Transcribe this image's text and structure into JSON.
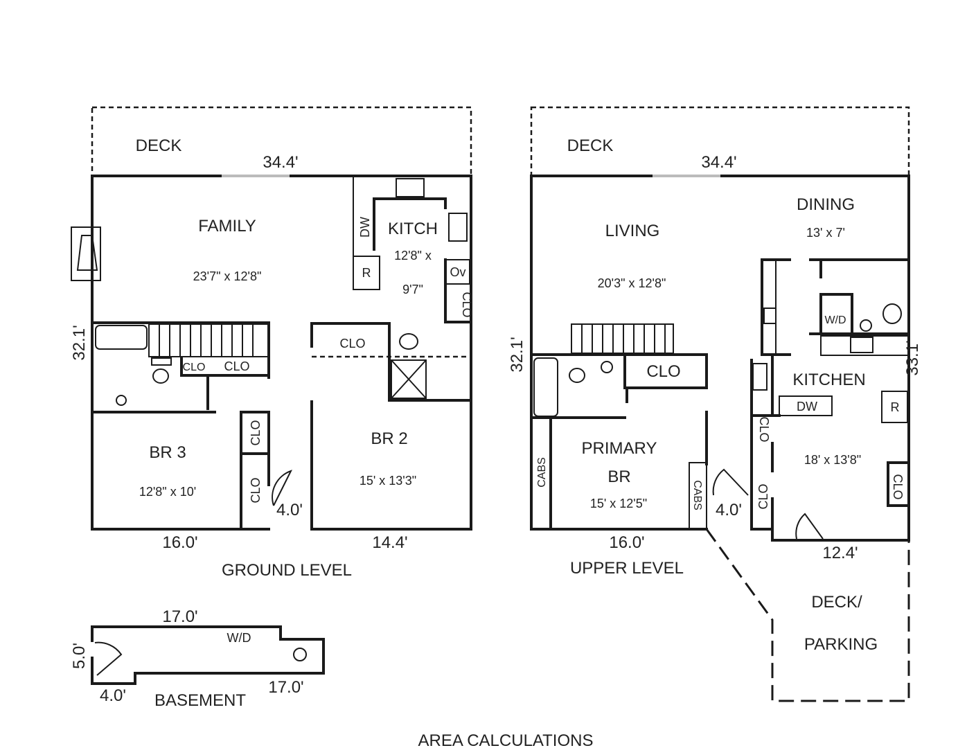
{
  "ground": {
    "deck": "DECK",
    "top_dim": "34.4'",
    "side_dim": "32.1'",
    "family": "FAMILY",
    "family_size": "23'7\" x 12'8\"",
    "kitch": "KITCH",
    "kitch_size_1": "12'8\" x",
    "kitch_size_2": "9'7\"",
    "dw": "DW",
    "r": "R",
    "ov": "Ov",
    "clo": "CLO",
    "clo_small": "CLO",
    "clo_bath": "CLO",
    "clo_hall": "CLO",
    "clo_br3a": "CLO",
    "clo_br3b": "CLO",
    "br3": "BR 3",
    "br3_size": "12'8\" x 10'",
    "br2": "BR 2",
    "br2_size": "15' x 13'3\"",
    "door_dim": "4.0'",
    "bottom_left_dim": "16.0'",
    "bottom_right_dim": "14.4'",
    "title": "GROUND LEVEL"
  },
  "upper": {
    "deck": "DECK",
    "top_dim": "34.4'",
    "left_dim": "32.1'",
    "right_dim": "33.1'",
    "living": "LIVING",
    "living_size": "20'3\" x 12'8\"",
    "dining": "DINING",
    "dining_size": "13' x 7'",
    "wd": "W/D",
    "kitchen": "KITCHEN",
    "kitchen_size": "18' x 13'8\"",
    "dw": "DW",
    "r": "R",
    "clo_hall": "CLO",
    "clo_k1": "CLO",
    "clo_k2": "CLO",
    "clo_k3": "CLO",
    "cabs_left": "CABS",
    "cabs_right": "CABS",
    "primary": "PRIMARY",
    "primary_br": "BR",
    "primary_size": "15' x 12'5\"",
    "door_dim": "4.0'",
    "bottom_dim": "16.0'",
    "right_bottom_dim": "12.4'",
    "title": "UPPER LEVEL",
    "deck_parking_1": "DECK/",
    "deck_parking_2": "PARKING"
  },
  "basement": {
    "top_dim": "17.0'",
    "wd": "W/D",
    "side_dim": "5.0'",
    "left_dim": "4.0'",
    "bottom_dim": "17.0'",
    "title": "BASEMENT"
  },
  "footer": "AREA CALCULATIONS"
}
